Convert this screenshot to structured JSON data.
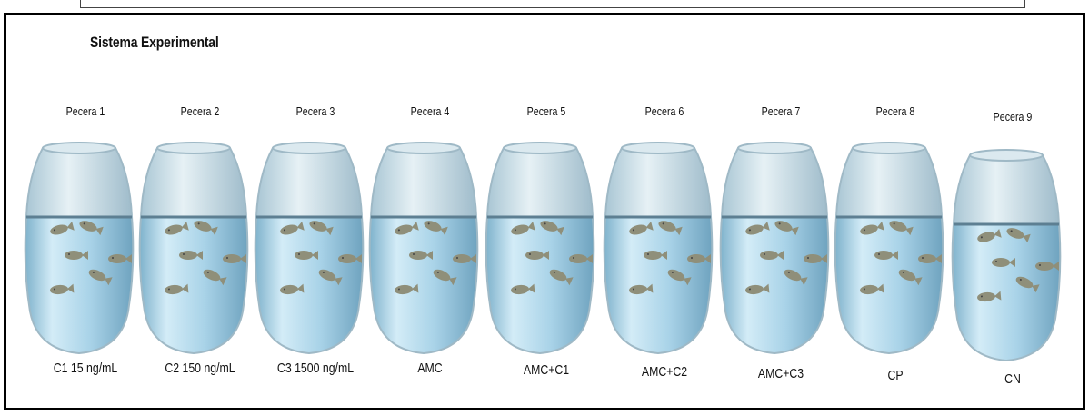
{
  "title": "Sistema Experimental",
  "tanks": [
    {
      "label": "Pecera 1",
      "caption": "C1 15 ng/mL"
    },
    {
      "label": "Pecera 2",
      "caption": "C2 150 ng/mL"
    },
    {
      "label": "Pecera 3",
      "caption": "C3 1500 ng/mL"
    },
    {
      "label": "Pecera 4",
      "caption": "AMC"
    },
    {
      "label": "Pecera 5",
      "caption": "AMC+C1"
    },
    {
      "label": "Pecera 6",
      "caption": "AMC+C2"
    },
    {
      "label": "Pecera 7",
      "caption": "AMC+C3"
    },
    {
      "label": "Pecera 8",
      "caption": "CP"
    },
    {
      "label": "Pecera 9",
      "caption": "CN"
    }
  ],
  "colors": {
    "glass_top": "#c9dde6",
    "glass_edge": "#9fb9c6",
    "water": "#a9d3e8",
    "water_light": "#d3ecf7",
    "fish": "#8f8f7a"
  }
}
